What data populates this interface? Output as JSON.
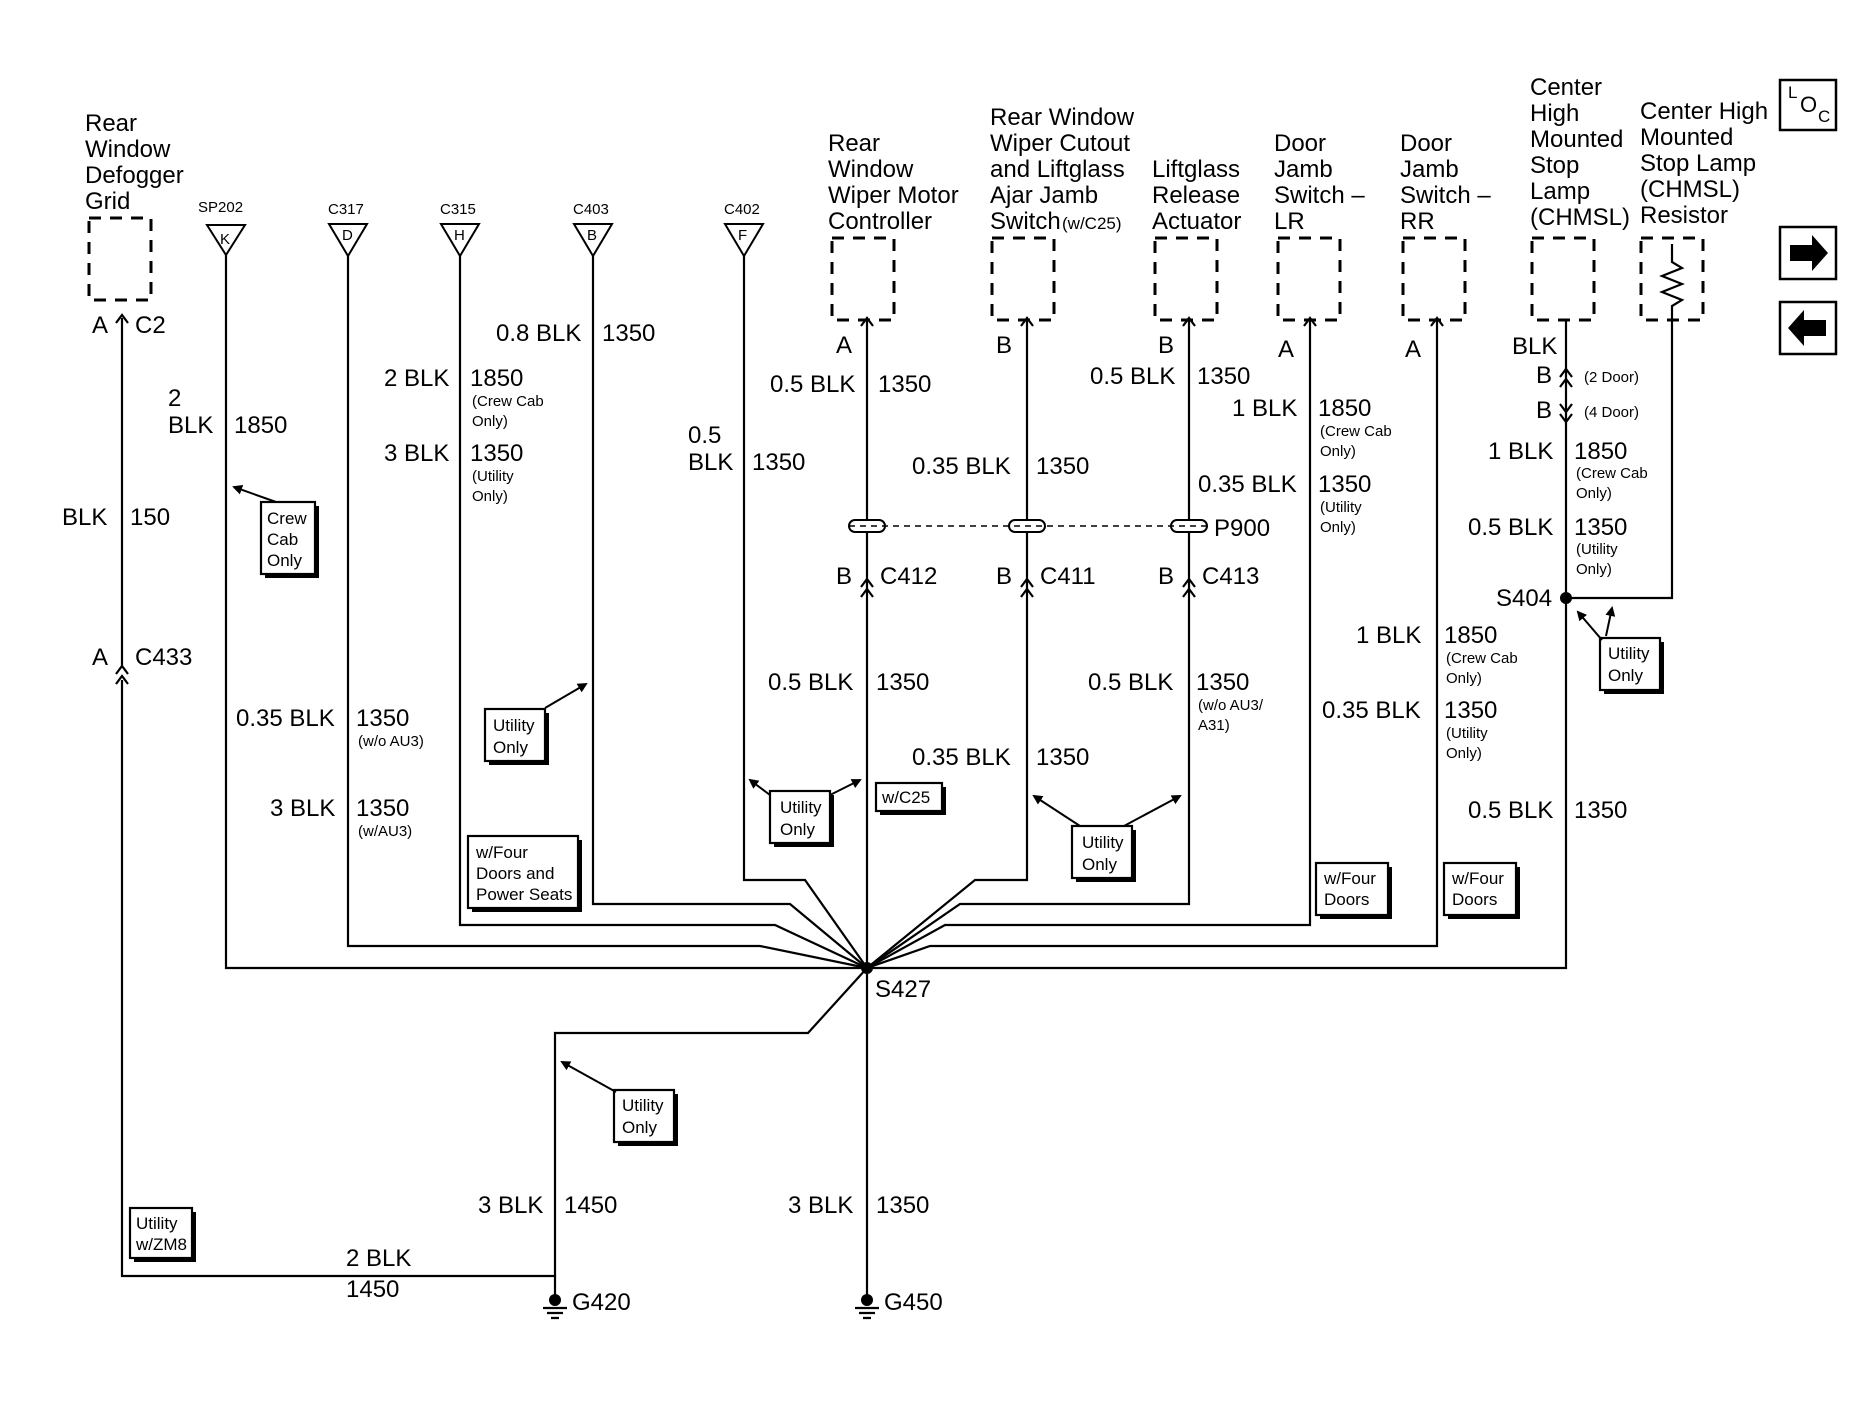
{
  "loc_button": {
    "top": "L",
    "mid": "O",
    "sub": "C"
  },
  "nav": {
    "next": "next-page",
    "prev": "previous-page"
  },
  "components": {
    "defogger": [
      "Rear",
      "Window",
      "Defogger",
      "Grid"
    ],
    "wiper_motor": [
      "Rear",
      "Window",
      "Wiper Motor",
      "Controller"
    ],
    "wiper_cutout": [
      "Rear Window",
      "Wiper Cutout",
      "and Liftglass",
      "Ajar Jamb",
      "Switch"
    ],
    "wiper_cutout_note": "(w/C25)",
    "liftglass": [
      "Liftglass",
      "Release",
      "Actuator"
    ],
    "jamb_lr": [
      "Door",
      "Jamb",
      "Switch –",
      "LR"
    ],
    "jamb_rr": [
      "Door",
      "Jamb",
      "Switch –",
      "RR"
    ],
    "chmsl": [
      "Center",
      "High",
      "Mounted",
      "Stop",
      "Lamp",
      "(CHMSL)"
    ],
    "chmsl_res": [
      "Center High",
      "Mounted",
      "Stop Lamp",
      "(CHMSL)",
      "Resistor"
    ]
  },
  "connectors": {
    "sp202": "SP202",
    "sp202_pin": "K",
    "c317": "C317",
    "c317_pin": "D",
    "c315": "C315",
    "c315_pin": "H",
    "c403": "C403",
    "c403_pin": "B",
    "c402": "C402",
    "c402_pin": "F",
    "c2": "C2",
    "c2_pin": "A",
    "c433": "C433",
    "c433_pin": "A",
    "wiper_pin": "A",
    "cutout_pin": "B",
    "lift_pin": "B",
    "lr_pin": "A",
    "rr_pin": "A",
    "chmsl_pin": "BLK",
    "c412": "C412",
    "c412_pin": "B",
    "c411": "C411",
    "c411_pin": "B",
    "c413": "C413",
    "c413_pin": "B",
    "p900": "P900",
    "chmsl_2door_pin": "B",
    "chmsl_2door": "(2 Door)",
    "chmsl_4door_pin": "B",
    "chmsl_4door": "(4 Door)",
    "s404": "S404",
    "s427": "S427",
    "g420": "G420",
    "g450": "G450"
  },
  "wires": {
    "w1_size": "BLK",
    "w1_num": "150",
    "w2_size": "2",
    "w2_size2": "BLK",
    "w2_num": "1850",
    "w3a_size": "0.35 BLK",
    "w3a_num": "1350",
    "w3a_note": "(w/o AU3)",
    "w3b_size": "3 BLK",
    "w3b_num": "1350",
    "w3b_note": "(w/AU3)",
    "w4a_size": "2 BLK",
    "w4a_num": "1850",
    "w4a_note1": "(Crew Cab",
    "w4a_note2": "Only)",
    "w4b_size": "3 BLK",
    "w4b_num": "1350",
    "w4b_note1": "(Utility",
    "w4b_note2": "Only)",
    "w5_size": "0.8 BLK",
    "w5_num": "1350",
    "w6_size": "0.5",
    "w6_size2": "BLK",
    "w6_num": "1350",
    "w7a_size": "0.5 BLK",
    "w7a_num": "1350",
    "w7b_size": "0.5 BLK",
    "w7b_num": "1350",
    "w8a_size": "0.35 BLK",
    "w8a_num": "1350",
    "w8b_size": "0.35 BLK",
    "w8b_num": "1350",
    "w9a_size": "0.5 BLK",
    "w9a_num": "1350",
    "w9b_size": "0.35 BLK",
    "w9b_num": "1350",
    "w9c_size": "0.5 BLK",
    "w9c_num": "1350",
    "w9c_note1": "(w/o AU3/",
    "w9c_note2": "A31)",
    "w10a_size": "1 BLK",
    "w10a_num": "1850",
    "w10a_note1": "(Crew Cab",
    "w10a_note2": "Only)",
    "w10b_num": "1350",
    "w10b_note1": "(Utility",
    "w10b_note2": "Only)",
    "w11a_size": "1 BLK",
    "w11a_num": "1850",
    "w11a_note1": "(Crew Cab",
    "w11a_note2": "Only)",
    "w11b_size": "0.35 BLK",
    "w11b_num": "1350",
    "w11b_note1": "(Utility",
    "w11b_note2": "Only)",
    "w12a_size": "1 BLK",
    "w12a_num": "1850",
    "w12a_note1": "(Crew Cab",
    "w12a_note2": "Only)",
    "w12b_size": "0.5 BLK",
    "w12b_num": "1350",
    "w12b_note1": "(Utility",
    "w12b_note2": "Only)",
    "w12c_size": "0.5 BLK",
    "w12c_num": "1350",
    "w13_size": "3 BLK",
    "w13_num": "1450",
    "w14_size": "3 BLK",
    "w14_num": "1350",
    "w15_size": "2 BLK",
    "w15_num": "1450"
  },
  "notes": {
    "crew_cab": [
      "Crew",
      "Cab",
      "Only"
    ],
    "utility_c403": [
      "Utility",
      "Only"
    ],
    "four_doors_seats": [
      "w/Four",
      "Doors and",
      "Power Seats"
    ],
    "utility_c402": [
      "Utility",
      "Only"
    ],
    "wc25": "w/C25",
    "utility_mid": [
      "Utility",
      "Only"
    ],
    "four_doors_lr": [
      "w/Four",
      "Doors"
    ],
    "four_doors_rr": [
      "w/Four",
      "Doors"
    ],
    "utility_s404": [
      "Utility",
      "Only"
    ],
    "utility_g420": [
      "Utility",
      "Only"
    ],
    "utility_zm8": [
      "Utility",
      "w/ZM8"
    ]
  }
}
